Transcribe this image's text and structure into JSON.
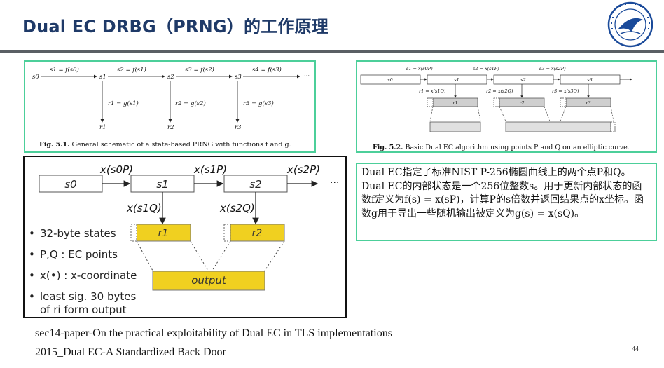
{
  "slide": {
    "title": "Dual EC DRBG（PRNG）的工作原理",
    "page_number": "44",
    "references": [
      "sec14-paper-On the practical exploitability of Dual EC in TLS implementations",
      "2015_Dual EC-A Standardized Back Door"
    ],
    "description": "Dual EC指定了标准NIST P-256椭圆曲线上的两个点P和Q。Dual EC的内部状态是一个256位整数s。用于更新内部状态的函数f定义为f(s) = x(sP)，计算P的s倍数并返回结果点的x坐标。函数g用于导出一些随机输出被定义为g(s) = x(sQ)。"
  },
  "fig51": {
    "caption_label": "Fig. 5.1.",
    "caption_text": "General schematic of a state-based PRNG with functions f and g.",
    "states": [
      "s0",
      "s1",
      "s2",
      "s3"
    ],
    "transitions": [
      "s1 = f(s0)",
      "s2 = f(s1)",
      "s3 = f(s2)",
      "s4 = f(s3)"
    ],
    "output_funcs": [
      "r1 = g(s1)",
      "r2 = g(s2)",
      "r3 = g(s3)"
    ],
    "outputs": [
      "r1",
      "r2",
      "r3"
    ],
    "ellipsis": "···"
  },
  "fig52": {
    "caption_label": "Fig. 5.2.",
    "caption_text": "Basic Dual EC algorithm using points P and Q on an elliptic curve.",
    "transitions": [
      "s1 = x(s0P)",
      "s2 = x(s1P)",
      "s3 = x(s2P)"
    ],
    "states": [
      "s0",
      "s1",
      "s2",
      "s3"
    ],
    "output_funcs": [
      "r1 = x(s1Q)",
      "r2 = x(s2Q)",
      "r3 = x(s3Q)"
    ],
    "outputs": [
      "r1",
      "r2",
      "r3"
    ]
  },
  "diagram3": {
    "transitions": [
      "x(s0P)",
      "x(s1P)",
      "x(s2P)"
    ],
    "states": [
      "s0",
      "s1",
      "s2"
    ],
    "output_funcs": [
      "x(s1Q)",
      "x(s2Q)"
    ],
    "outputs": [
      "r1",
      "r2"
    ],
    "final_output": "output",
    "ellipsis": "···",
    "bullets": [
      "32-byte states",
      "P,Q : EC points",
      "x(•) : x-coordinate",
      "least sig. 30 bytes",
      "of ri form output"
    ]
  },
  "colors": {
    "title": "#1f3a68",
    "rule": "#5a5f64",
    "panel_border": "#4ccf9a",
    "output_fill": "#f0d020",
    "logo_blue": "#1a4a9a"
  }
}
